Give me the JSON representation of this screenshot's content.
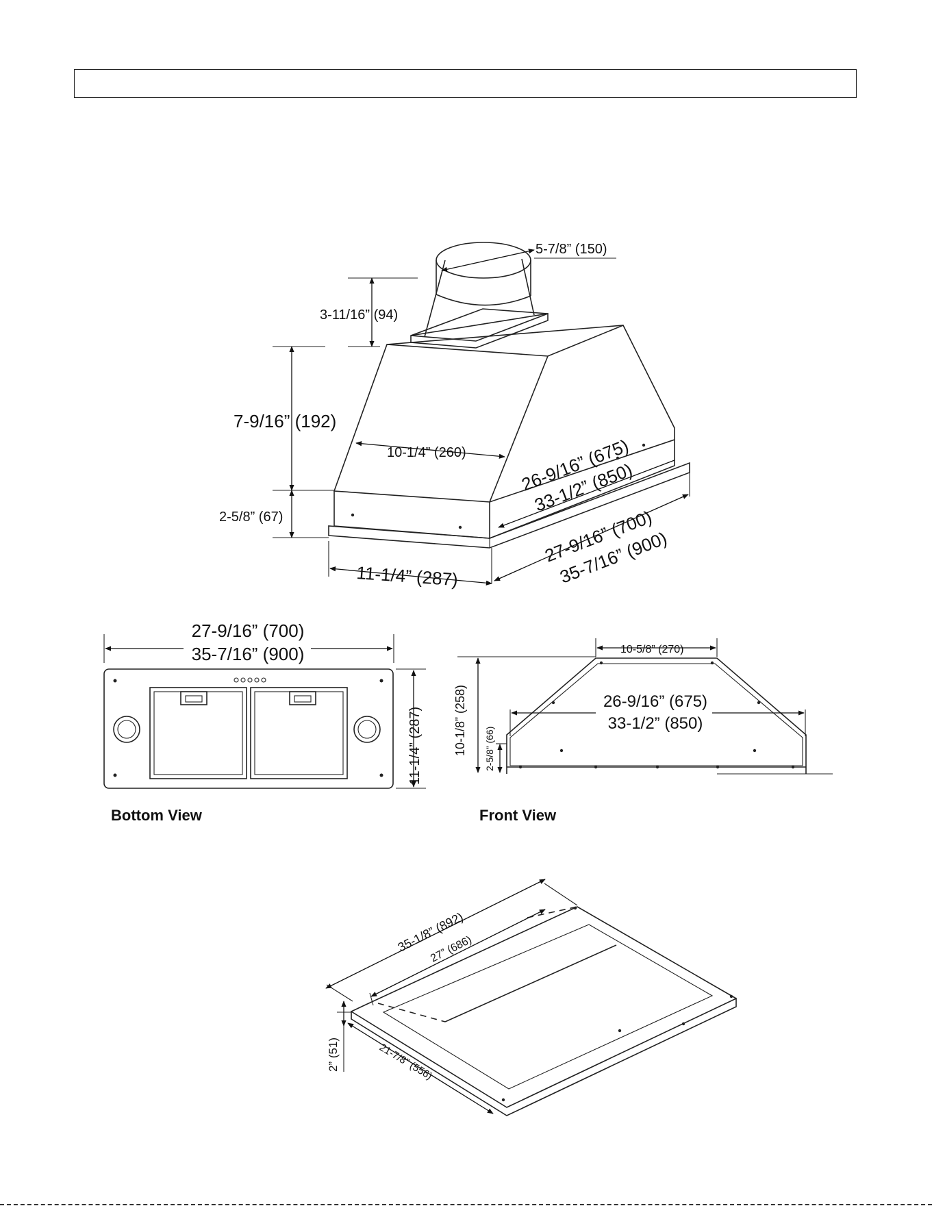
{
  "header": {
    "title": ""
  },
  "views": {
    "isometric": {
      "outlet_diameter": "5-7/8” (150)",
      "collar_height": "3-11/16” (94)",
      "body_height": "7-9/16” (192)",
      "top_depth": "10-1/4” (260)",
      "top_width_a": "26-9/16” (675)",
      "top_width_b": "33-1/2” (850)",
      "base_height": "2-5/8” (67)",
      "base_width_a": "27-9/16” (700)",
      "base_width_b": "35-7/16” (900)",
      "base_depth": "11-1/4” (287)"
    },
    "bottom": {
      "label": "Bottom View",
      "width_a": "27-9/16” (700)",
      "width_b": "35-7/16” (900)",
      "depth": "11-1/4” (287)"
    },
    "front": {
      "label": "Front View",
      "top_width": "10-5/8” (270)",
      "width_a": "26-9/16” (675)",
      "width_b": "33-1/2” (850)",
      "total_height": "10-1/8” (258)",
      "base_height": "2-5/8” (66)"
    },
    "liner": {
      "outer_width": "35-1/8” (892)",
      "inner_width": "27” (686)",
      "height": "2” (51)",
      "depth": "21-7/8” (556)"
    }
  }
}
